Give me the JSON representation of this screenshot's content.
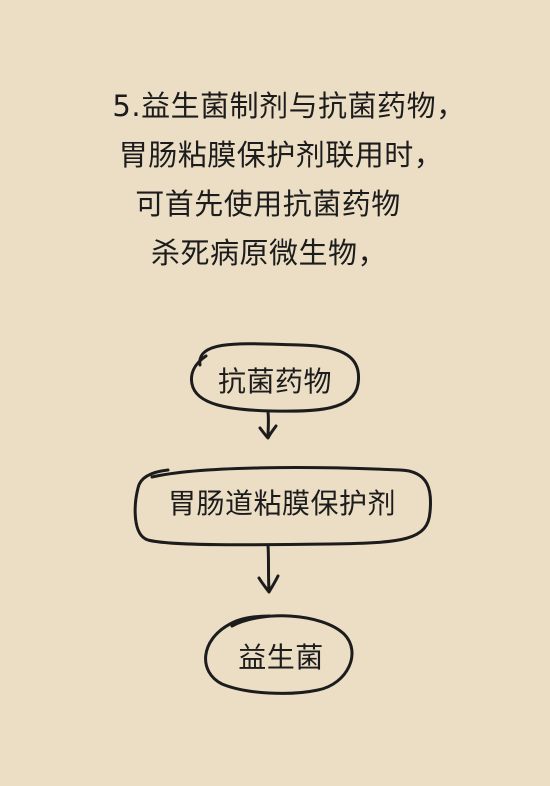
{
  "intro": {
    "lines": [
      "5.益生菌制剂与抗菌药物，",
      "胃肠粘膜保护剂联用时，",
      "可首先使用抗菌药物",
      "杀死病原微生物，"
    ]
  },
  "flow": {
    "nodes": [
      {
        "id": "antibiotic",
        "label": "抗菌药物"
      },
      {
        "id": "protector",
        "label": "胃肠道粘膜保护剂"
      },
      {
        "id": "probiotic",
        "label": "益生菌"
      }
    ],
    "arrow_icons": [
      "arrow-down-icon",
      "arrow-down-icon"
    ]
  },
  "colors": {
    "background": "#ebdec5",
    "ink": "#1c1c1c"
  }
}
